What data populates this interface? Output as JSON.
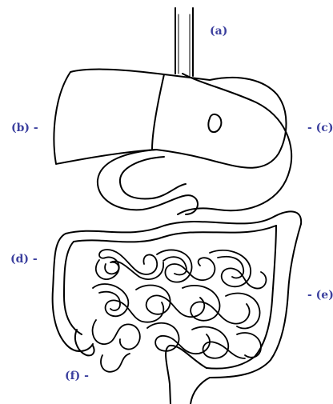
{
  "accent_color": "#3b3f9e",
  "labels": {
    "a": "(a)",
    "b": "(b) -",
    "c": "- (c)",
    "d": "(d) -",
    "e": "- (e)",
    "f": "(f) -"
  }
}
